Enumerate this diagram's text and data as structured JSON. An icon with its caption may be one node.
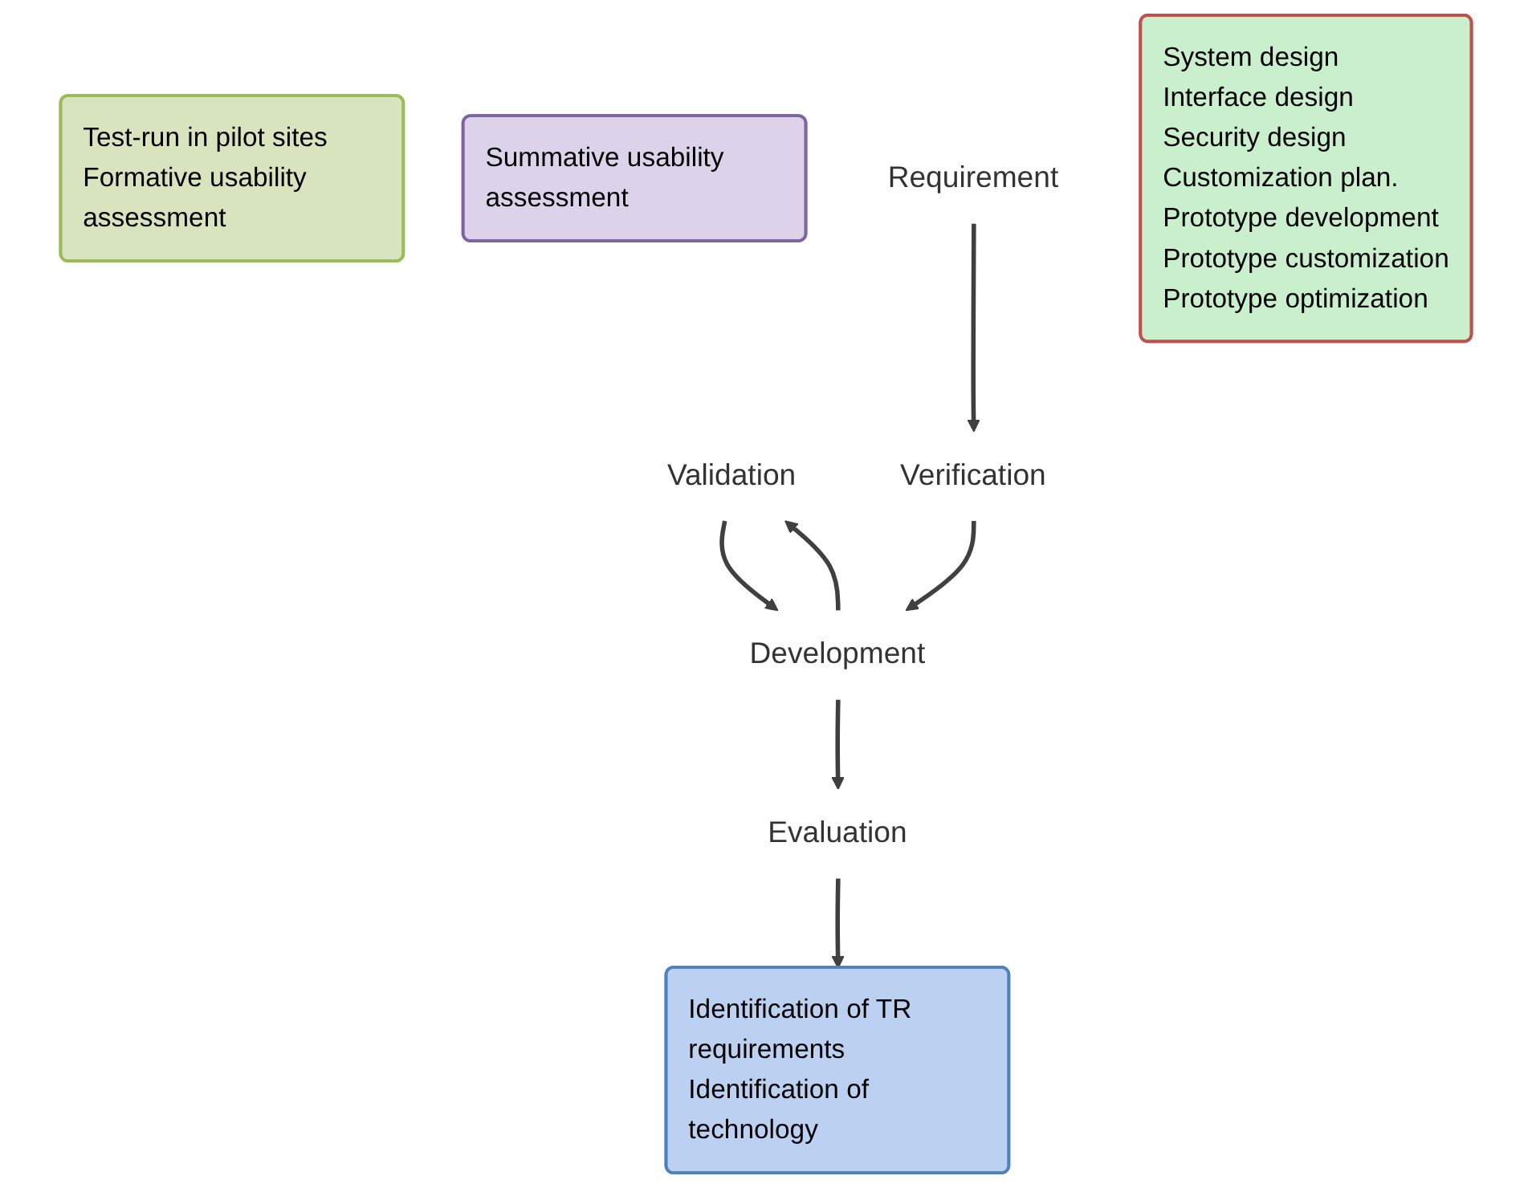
{
  "diagram": {
    "nodes": [
      {
        "text": [
          "Test-run in pilot sites",
          "Formative usability assessment"
        ]
      },
      {
        "text": [
          "Evaluation"
        ]
      },
      {
        "text": [
          "Summative usability assessment"
        ]
      },
      {
        "text": [
          "Validation"
        ]
      },
      {
        "text": [
          "Verification"
        ]
      },
      {
        "text": [
          "Identification of TR requirements",
          "Identification of technology"
        ]
      },
      {
        "text": [
          "Requirement"
        ]
      },
      {
        "text": [
          "Development"
        ]
      },
      {
        "text": [
          "System design",
          "Interface design",
          "Security design",
          "Customization plan.",
          "Prototype development",
          "Prototype customization",
          "Prototype optimization"
        ]
      }
    ],
    "edges": [
      {
        "from": 6,
        "to": 4,
        "arrow": "to"
      },
      {
        "from": 7,
        "to": 3,
        "arrow": "to"
      },
      {
        "from": 7,
        "to": 1,
        "arrow": "to"
      },
      {
        "from": 1,
        "to": 5,
        "arrow": "to"
      },
      {
        "from": 3,
        "to": 7,
        "arrow": "to"
      },
      {
        "from": 4,
        "to": 7,
        "arrow": "to"
      }
    ]
  }
}
